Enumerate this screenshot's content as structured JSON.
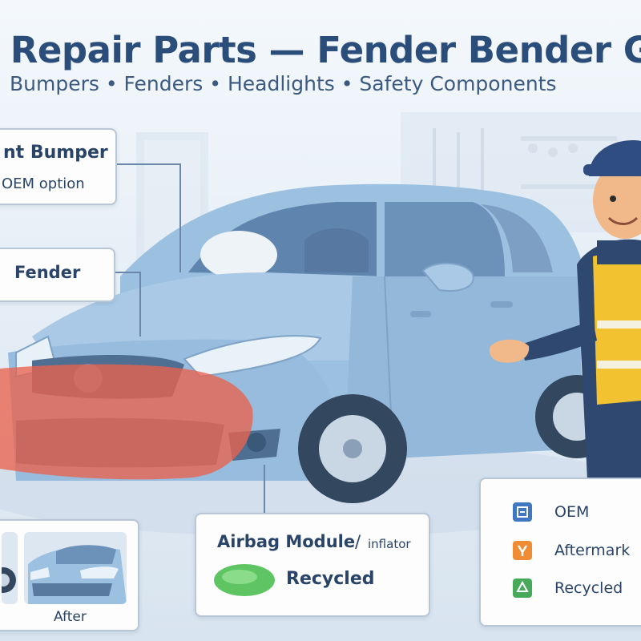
{
  "header": {
    "title": "h Repair Parts — Fender Bender G",
    "subtitle": "Bumpers • Fenders • Headlights • Safety Components"
  },
  "callouts": {
    "front_bumper": {
      "label": "nt Bumper",
      "note": "OEM option"
    },
    "fender": {
      "label": "Fender"
    },
    "comparison": {
      "after_label": "After"
    },
    "airbag": {
      "label": "Airbag Module",
      "separator": "/",
      "sublabel": "inflator",
      "tag": "Recycled"
    }
  },
  "legend": {
    "items": [
      {
        "label": "OEM",
        "color": "#3f78c0"
      },
      {
        "label": "Aftermark",
        "color": "#f08c34"
      },
      {
        "label": "Recycled",
        "color": "#47a95a"
      }
    ]
  },
  "colors": {
    "title": "#2a4d7a",
    "card_border": "#b8c6d6",
    "damage": "#e9634d",
    "car_body": "#9cc0e0",
    "vest": "#f2c230"
  },
  "icons": [
    "oem-icon",
    "aftermarket-wrench-icon",
    "recycled-icon",
    "airbag-icon"
  ]
}
